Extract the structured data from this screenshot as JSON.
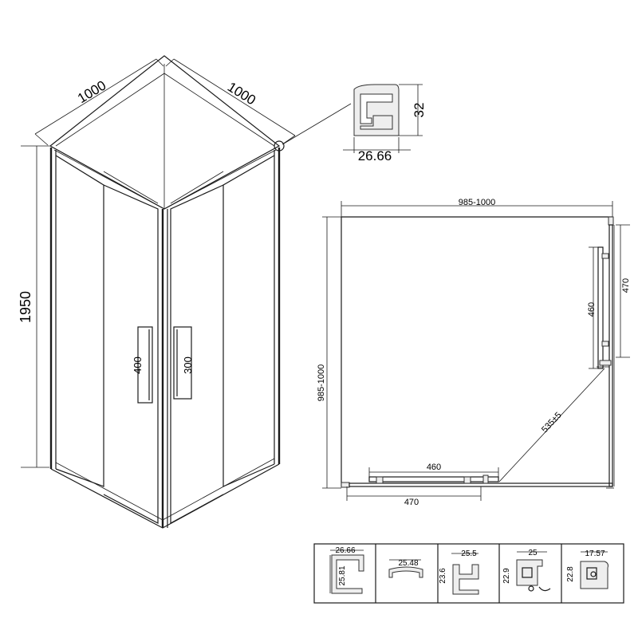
{
  "iso_view": {
    "width_left": "1000",
    "width_right": "1000",
    "height": "1950",
    "handle_left": "400",
    "handle_right": "300"
  },
  "profile_detail": {
    "height": "32",
    "width": "26.66"
  },
  "plan_view": {
    "overall_width": "985-1000",
    "overall_depth": "985-1000",
    "right_panel_fixed": "470",
    "right_panel_door": "460",
    "bottom_panel_door": "460",
    "bottom_panel_fixed": "470",
    "diagonal_entry": "535±5"
  },
  "profiles": [
    {
      "width": "26.66",
      "height": "25.81"
    },
    {
      "width": "25.48"
    },
    {
      "width": "25.5",
      "height": "23.6"
    },
    {
      "width": "25",
      "height": "22.9"
    },
    {
      "width": "17.57",
      "height": "22.8"
    }
  ]
}
